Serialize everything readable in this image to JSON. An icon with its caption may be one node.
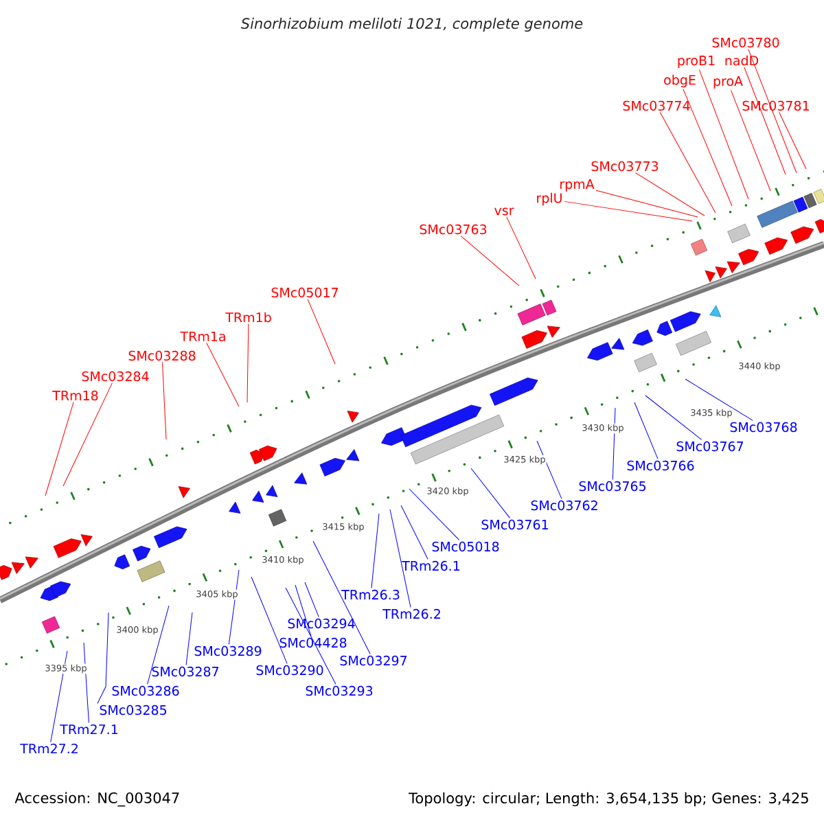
{
  "diagram": {
    "title": "Sinorhizobium meliloti 1021, complete genome",
    "nodes": [
      {
        "text": [
          "SMc03780"
        ]
      },
      {
        "text": [
          "proB1"
        ]
      },
      {
        "text": [
          "nadD"
        ]
      },
      {
        "text": [
          "obgE"
        ]
      },
      {
        "text": [
          "proA"
        ]
      },
      {
        "text": [
          "SMc03774"
        ]
      },
      {
        "text": [
          "SMc03781"
        ]
      },
      {
        "text": [
          "SMc03773"
        ]
      },
      {
        "text": [
          "rpmA"
        ]
      },
      {
        "text": [
          "rplU"
        ]
      },
      {
        "text": [
          "vsr"
        ]
      },
      {
        "text": [
          "SMc03763"
        ]
      },
      {
        "text": [
          "SMc05017"
        ]
      },
      {
        "text": [
          "TRm1b"
        ]
      },
      {
        "text": [
          "TRm1a"
        ]
      },
      {
        "text": [
          "SMc03288"
        ]
      },
      {
        "text": [
          "SMc03284"
        ]
      },
      {
        "text": [
          "TRm18"
        ]
      },
      {
        "text": [
          "SMc03768"
        ]
      },
      {
        "text": [
          "SMc03767"
        ]
      },
      {
        "text": [
          "SMc03766"
        ]
      },
      {
        "text": [
          "SMc03765"
        ]
      },
      {
        "text": [
          "SMc03762"
        ]
      },
      {
        "text": [
          "SMc03761"
        ]
      },
      {
        "text": [
          "SMc05018"
        ]
      },
      {
        "text": [
          "TRm26.1"
        ]
      },
      {
        "text": [
          "TRm26.3"
        ]
      },
      {
        "text": [
          "TRm26.2"
        ]
      },
      {
        "text": [
          "SMc03297"
        ]
      },
      {
        "text": [
          "SMc03294"
        ]
      },
      {
        "text": [
          "SMc04428"
        ]
      },
      {
        "text": [
          "SMc03290"
        ]
      },
      {
        "text": [
          "SMc03289"
        ]
      },
      {
        "text": [
          "SMc03287"
        ]
      },
      {
        "text": [
          "SMc03293"
        ]
      },
      {
        "text": [
          "SMc03286"
        ]
      },
      {
        "text": [
          "SMc03285"
        ]
      },
      {
        "text": [
          "TRm27.1"
        ]
      },
      {
        "text": [
          "TRm27.2"
        ]
      }
    ],
    "edges": [
      {
        "from": 0,
        "to": null,
        "arrow": "none",
        "color": "#ff0000"
      },
      {
        "from": 1,
        "to": null,
        "arrow": "none",
        "color": "#ff0000"
      },
      {
        "from": 2,
        "to": null,
        "arrow": "none",
        "color": "#ff0000"
      },
      {
        "from": 3,
        "to": null,
        "arrow": "none",
        "color": "#ff0000"
      },
      {
        "from": 4,
        "to": null,
        "arrow": "none",
        "color": "#ff0000"
      },
      {
        "from": 5,
        "to": null,
        "arrow": "none",
        "color": "#ff0000"
      },
      {
        "from": 6,
        "to": null,
        "arrow": "none",
        "color": "#ff0000"
      },
      {
        "from": 7,
        "to": null,
        "arrow": "none",
        "color": "#ff0000"
      },
      {
        "from": 8,
        "to": null,
        "arrow": "none",
        "color": "#ff0000"
      },
      {
        "from": 9,
        "to": null,
        "arrow": "none",
        "color": "#ff0000"
      },
      {
        "from": 10,
        "to": null,
        "arrow": "none",
        "color": "#ff0000"
      },
      {
        "from": 11,
        "to": null,
        "arrow": "none",
        "color": "#ff0000"
      },
      {
        "from": 12,
        "to": null,
        "arrow": "none",
        "color": "#ff0000"
      },
      {
        "from": 13,
        "to": null,
        "arrow": "none",
        "color": "#ff0000"
      },
      {
        "from": 14,
        "to": null,
        "arrow": "none",
        "color": "#ff0000"
      },
      {
        "from": 15,
        "to": null,
        "arrow": "none",
        "color": "#ff0000"
      },
      {
        "from": 16,
        "to": null,
        "arrow": "none",
        "color": "#ff0000"
      },
      {
        "from": 17,
        "to": null,
        "arrow": "none",
        "color": "#ff0000"
      },
      {
        "from": 18,
        "to": null,
        "arrow": "none"
      },
      {
        "from": 19,
        "to": null,
        "arrow": "none"
      },
      {
        "from": 20,
        "to": null,
        "arrow": "none"
      },
      {
        "from": 21,
        "to": null,
        "arrow": "none"
      },
      {
        "from": 22,
        "to": null,
        "arrow": "none"
      },
      {
        "from": 23,
        "to": null,
        "arrow": "none"
      },
      {
        "from": 24,
        "to": null,
        "arrow": "none"
      },
      {
        "from": 25,
        "to": null,
        "arrow": "none"
      },
      {
        "from": 26,
        "to": null,
        "arrow": "none"
      },
      {
        "from": 27,
        "to": null,
        "arrow": "none"
      },
      {
        "from": 28,
        "to": null,
        "arrow": "none"
      },
      {
        "from": 29,
        "to": null,
        "arrow": "none"
      },
      {
        "from": 30,
        "to": null,
        "arrow": "none"
      },
      {
        "from": 31,
        "to": null,
        "arrow": "none"
      },
      {
        "from": 32,
        "to": null,
        "arrow": "none"
      },
      {
        "from": 33,
        "to": null,
        "arrow": "none"
      },
      {
        "from": 34,
        "to": null,
        "arrow": "none"
      },
      {
        "from": 35,
        "to": null,
        "arrow": "none"
      },
      {
        "from": 36,
        "to": null,
        "arrow": "none"
      },
      {
        "from": 37,
        "to": null,
        "arrow": "none"
      },
      {
        "from": 38,
        "to": null,
        "arrow": "none"
      }
    ],
    "labels": [
      "3440 kbp",
      "3435 kbp",
      "3430 kbp",
      "3425 kbp",
      "3420 kbp",
      "3415 kbp",
      "3410 kbp",
      "3405 kbp",
      "3400 kbp",
      "3395 kbp",
      "Accession: NC_003047",
      "Topology: circular; Length: 3,654,135 bp; Genes: 3,425"
    ]
  }
}
